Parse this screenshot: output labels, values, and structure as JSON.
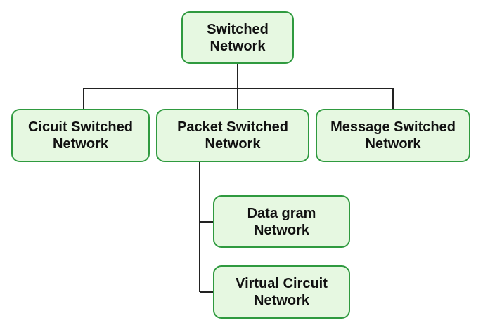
{
  "diagram": {
    "line_color": "#222222",
    "node_fill": "#e6f8e1",
    "node_border": "#2f9a3f",
    "nodes": {
      "root": "Switched\nNetwork",
      "circuit": "Cicuit Switched\nNetwork",
      "packet": "Packet Switched\nNetwork",
      "message": "Message Switched\nNetwork",
      "datagram": "Data gram\nNetwork",
      "virtual": "Virtual Circuit\nNetwork"
    }
  }
}
